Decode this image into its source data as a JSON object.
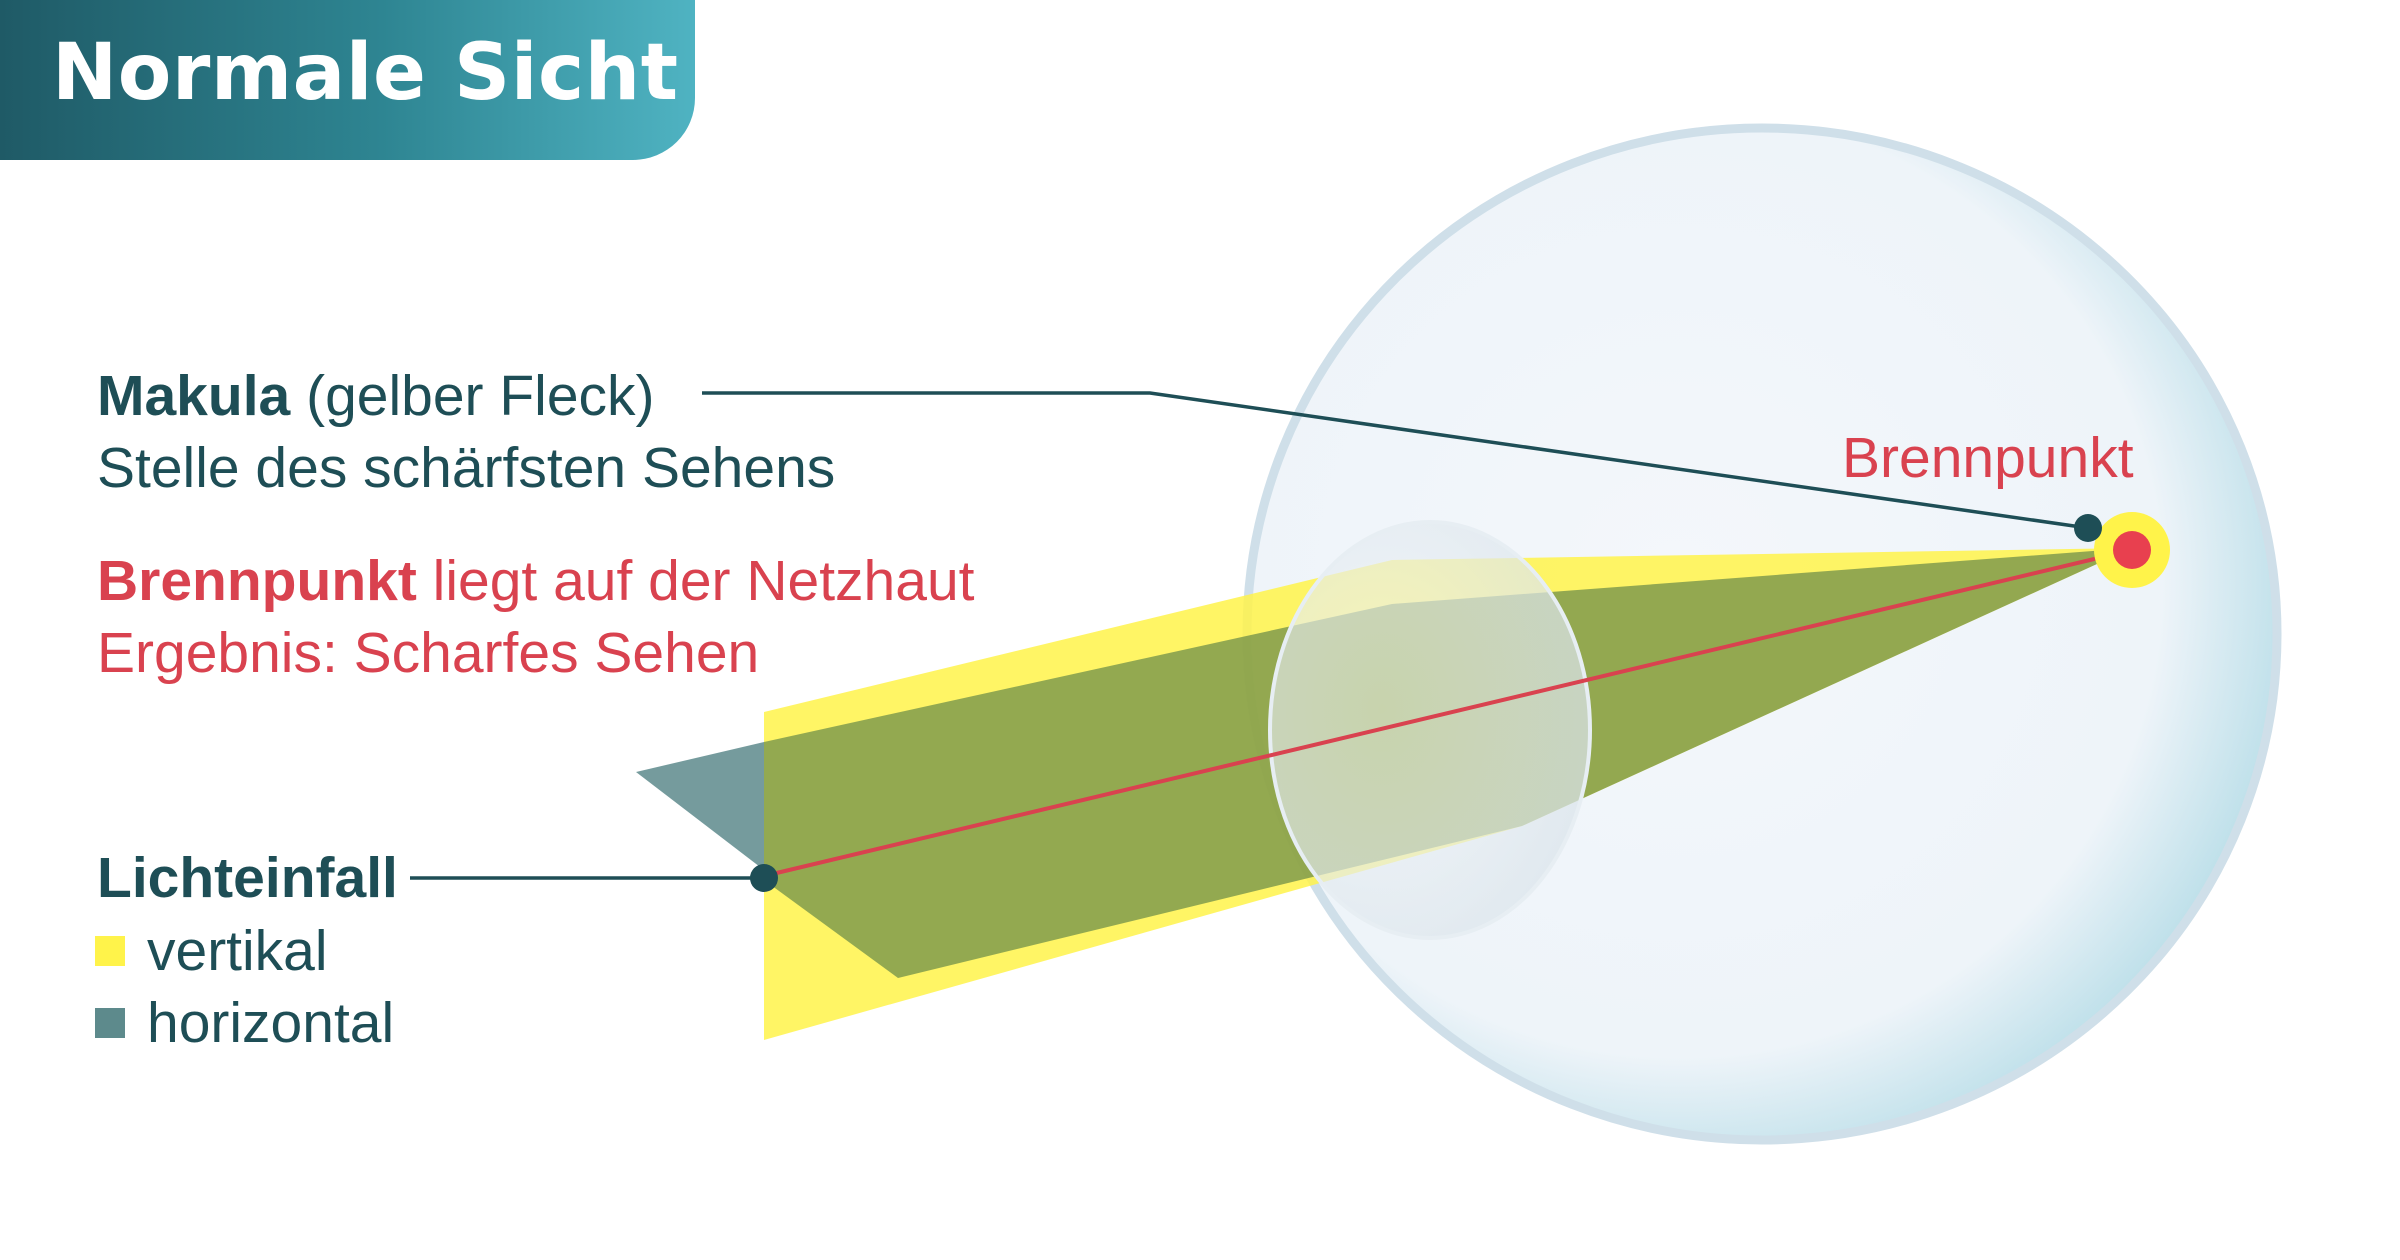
{
  "title": "Normale Sicht",
  "makula": {
    "name": "Makula",
    "name_suffix": " (gelber Fleck)",
    "description": "Stelle des schärfsten Sehens"
  },
  "focus": {
    "name": "Brennpunkt",
    "name_suffix": " liegt auf der Netzhaut",
    "result": "Ergebnis: Scharfes Sehen"
  },
  "focal_point_label": "Brennpunkt",
  "light": {
    "heading": "Lichteinfall",
    "legend": [
      {
        "label": "vertikal",
        "color": "#fff34a"
      },
      {
        "label": "horizontal",
        "color": "#5d8a8c"
      }
    ]
  },
  "colors": {
    "title_gradient": [
      "#1f5a66",
      "#4fb3c2"
    ],
    "dark_text": "#1e4e56",
    "accent_red": "#d9424f",
    "vertical_beam": "#fff34a",
    "horizontal_beam": "#5d8a8c",
    "eye_fill": "#f2f6fa",
    "eye_edge": "#cfdfe9"
  }
}
